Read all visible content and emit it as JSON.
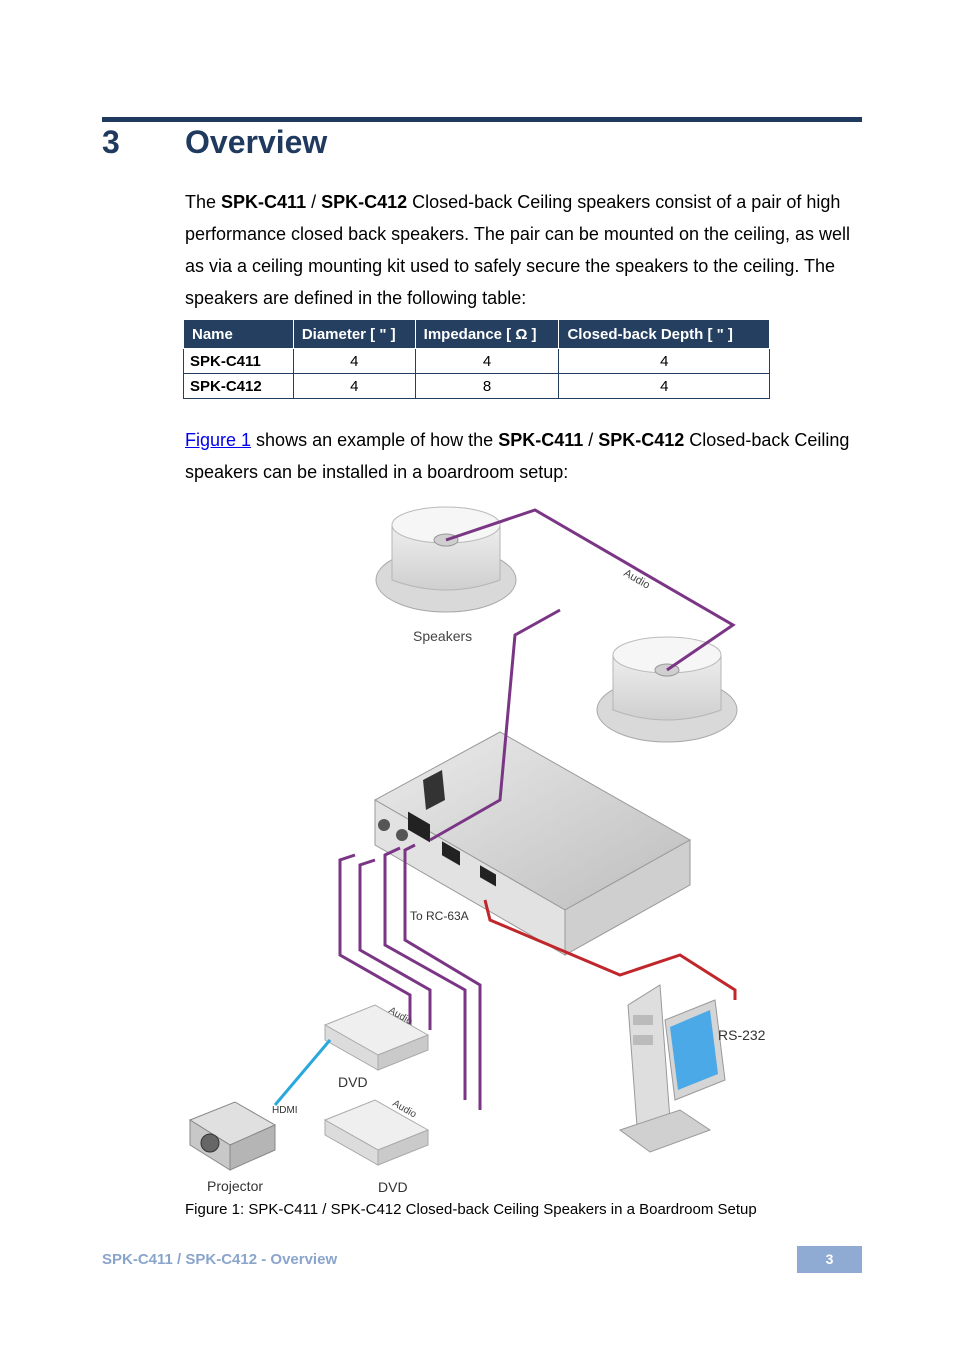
{
  "section": {
    "number": "3",
    "title": "Overview"
  },
  "intro": {
    "p1": "The ",
    "m1": "SPK-C411",
    "p2": " / ",
    "m2": "SPK-C412",
    "p3": " Closed-back Ceiling speakers consist of a pair of high performance closed back speakers. The pair can be mounted on the ceiling, as well as via a ceiling mounting kit used to safely secure the speakers to the ceiling. The speakers are defined in the following table:"
  },
  "table": {
    "headers": [
      "Name",
      "Diameter [ \" ]",
      "Impedance [ Ω ]",
      "Closed-back Depth [ \" ]"
    ],
    "rows": [
      [
        "SPK-C411",
        "4",
        "4",
        "4"
      ],
      [
        "SPK-C412",
        "4",
        "8",
        "4"
      ]
    ]
  },
  "figure_para": {
    "link": "Figure 1",
    "t1": " shows an example of how the ",
    "m1": "SPK-C411",
    "t2": " / ",
    "m2": "SPK-C412",
    "t3": " Closed-back Ceiling speakers can be installed in a boardroom setup:"
  },
  "figure": {
    "labels": {
      "speakers": "Speakers",
      "audio": "Audio",
      "to_rc": "To RC-63A",
      "rs232": "RS-232",
      "dvd": "DVD",
      "hdmi": "HDMI",
      "projector": "Projector"
    },
    "colors": {
      "audio": "#7a3585",
      "rs232": "#c0272d",
      "hdmi": "#2aa8dc"
    }
  },
  "caption": "Figure 1: SPK-C411 / SPK-C412 Closed-back Ceiling Speakers in a Boardroom Setup",
  "footer": {
    "title": "SPK-C411 / SPK-C412 - Overview",
    "page": "3"
  }
}
